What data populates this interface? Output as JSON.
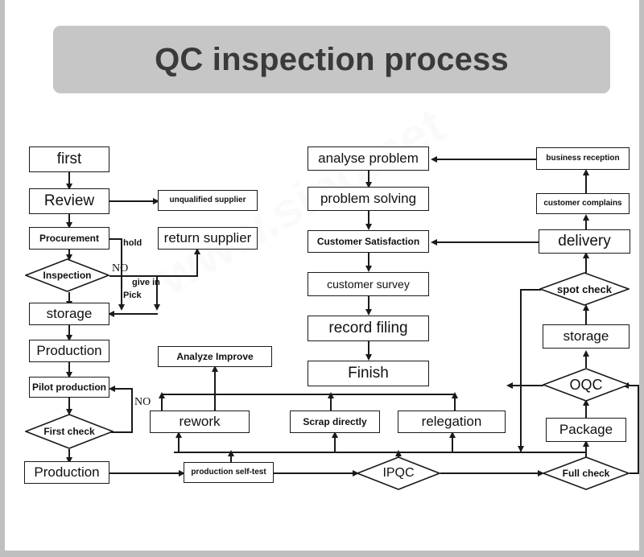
{
  "title": "QC inspection process",
  "watermark": "www.sino.net",
  "chart_data": {
    "type": "diagram",
    "title": "QC inspection process",
    "nodes": [
      {
        "id": "first",
        "label": "first",
        "shape": "box"
      },
      {
        "id": "review",
        "label": "Review",
        "shape": "box"
      },
      {
        "id": "unqualified-supplier",
        "label": "unqualified supplier",
        "shape": "box"
      },
      {
        "id": "procurement",
        "label": "Procurement",
        "shape": "box"
      },
      {
        "id": "return-supplier",
        "label": "return supplier",
        "shape": "box"
      },
      {
        "id": "inspection",
        "label": "Inspection",
        "shape": "diamond"
      },
      {
        "id": "storage-left",
        "label": "storage",
        "shape": "box"
      },
      {
        "id": "production-top",
        "label": "Production",
        "shape": "box"
      },
      {
        "id": "pilot-production",
        "label": "Pilot production",
        "shape": "box"
      },
      {
        "id": "first-check",
        "label": "First check",
        "shape": "diamond"
      },
      {
        "id": "production-bottom",
        "label": "Production",
        "shape": "box"
      },
      {
        "id": "production-self-test",
        "label": "production self-test",
        "shape": "box"
      },
      {
        "id": "analyze-improve",
        "label": "Analyze Improve",
        "shape": "box"
      },
      {
        "id": "rework",
        "label": "rework",
        "shape": "box"
      },
      {
        "id": "scrap-directly",
        "label": "Scrap directly",
        "shape": "box"
      },
      {
        "id": "relegation",
        "label": "relegation",
        "shape": "box"
      },
      {
        "id": "ipqc",
        "label": "IPQC",
        "shape": "diamond"
      },
      {
        "id": "full-check",
        "label": "Full check",
        "shape": "diamond"
      },
      {
        "id": "package",
        "label": "Package",
        "shape": "box"
      },
      {
        "id": "oqc",
        "label": "OQC",
        "shape": "diamond"
      },
      {
        "id": "storage-right",
        "label": "storage",
        "shape": "box"
      },
      {
        "id": "spot-check",
        "label": "spot check",
        "shape": "diamond"
      },
      {
        "id": "delivery",
        "label": "delivery",
        "shape": "box"
      },
      {
        "id": "customer-complains",
        "label": "customer complains",
        "shape": "box"
      },
      {
        "id": "business-reception",
        "label": "business reception",
        "shape": "box"
      },
      {
        "id": "analyse-problem",
        "label": "analyse problem",
        "shape": "box"
      },
      {
        "id": "problem-solving",
        "label": "problem solving",
        "shape": "box"
      },
      {
        "id": "customer-satisfaction",
        "label": "Customer Satisfaction",
        "shape": "box"
      },
      {
        "id": "customer-survey",
        "label": "customer survey",
        "shape": "box"
      },
      {
        "id": "record-filing",
        "label": "record filing",
        "shape": "box"
      },
      {
        "id": "finish",
        "label": "Finish",
        "shape": "box"
      }
    ],
    "edge_labels": [
      {
        "id": "hold",
        "text": "hold"
      },
      {
        "id": "no-1",
        "text": "NO"
      },
      {
        "id": "give-in",
        "text": "give in"
      },
      {
        "id": "pick",
        "text": "Pick"
      },
      {
        "id": "no-2",
        "text": "NO"
      }
    ],
    "edges": [
      {
        "from": "first",
        "to": "review"
      },
      {
        "from": "review",
        "to": "unqualified-supplier"
      },
      {
        "from": "review",
        "to": "procurement"
      },
      {
        "from": "procurement",
        "to": "inspection"
      },
      {
        "from": "procurement",
        "to": "storage-left",
        "label": "hold"
      },
      {
        "from": "inspection",
        "to": "storage-left"
      },
      {
        "from": "inspection",
        "to": "return-supplier",
        "label": "NO"
      },
      {
        "from": "inspection",
        "to": "storage-left",
        "label": "give in"
      },
      {
        "from": "storage-left",
        "to": "production-top"
      },
      {
        "from": "production-top",
        "to": "pilot-production"
      },
      {
        "from": "pilot-production",
        "to": "first-check"
      },
      {
        "from": "first-check",
        "to": "pilot-production",
        "label": "NO"
      },
      {
        "from": "first-check",
        "to": "production-bottom"
      },
      {
        "from": "production-bottom",
        "to": "production-self-test"
      },
      {
        "from": "production-self-test",
        "to": "rework"
      },
      {
        "from": "production-self-test",
        "to": "ipqc"
      },
      {
        "from": "ipqc",
        "to": "rework"
      },
      {
        "from": "ipqc",
        "to": "scrap-directly"
      },
      {
        "from": "ipqc",
        "to": "relegation"
      },
      {
        "from": "ipqc",
        "to": "full-check"
      },
      {
        "from": "full-check",
        "to": "package"
      },
      {
        "from": "full-check",
        "to": "oqc"
      },
      {
        "from": "package",
        "to": "oqc"
      },
      {
        "from": "oqc",
        "to": "storage-right"
      },
      {
        "from": "oqc",
        "to": "rework"
      },
      {
        "from": "storage-right",
        "to": "spot-check"
      },
      {
        "from": "spot-check",
        "to": "delivery"
      },
      {
        "from": "spot-check",
        "to": "relegation"
      },
      {
        "from": "delivery",
        "to": "customer-complains"
      },
      {
        "from": "delivery",
        "to": "customer-satisfaction"
      },
      {
        "from": "customer-complains",
        "to": "business-reception"
      },
      {
        "from": "business-reception",
        "to": "analyse-problem"
      },
      {
        "from": "analyse-problem",
        "to": "problem-solving"
      },
      {
        "from": "problem-solving",
        "to": "customer-satisfaction"
      },
      {
        "from": "customer-satisfaction",
        "to": "customer-survey"
      },
      {
        "from": "customer-survey",
        "to": "record-filing"
      },
      {
        "from": "record-filing",
        "to": "finish"
      },
      {
        "from": "rework",
        "to": "analyze-improve"
      }
    ]
  },
  "colors": {
    "banner": "#c6c6c6",
    "title_text": "#3a3a3a",
    "node_border": "#1a1a1a",
    "page_frame": "#bfbfbf"
  }
}
